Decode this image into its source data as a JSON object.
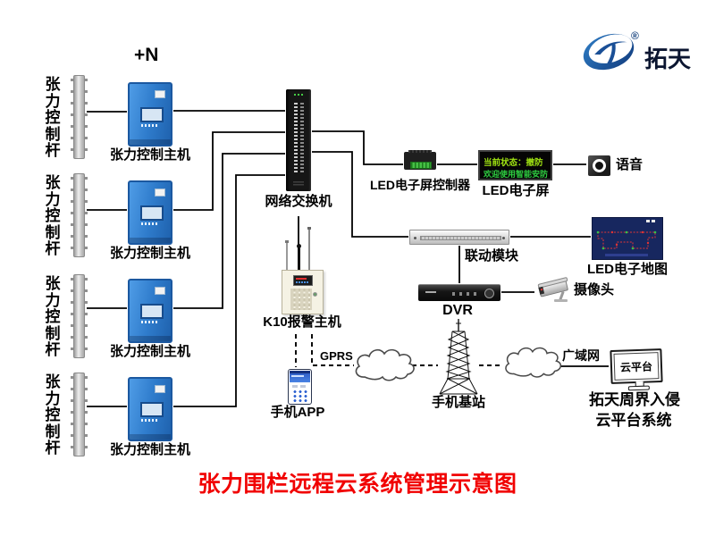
{
  "logo": {
    "brand": "拓天",
    "registered": "®"
  },
  "plus_n": "+N",
  "poles": {
    "label": "张力控制杆"
  },
  "hosts": {
    "label": "张力控制主机"
  },
  "switch": {
    "label": "网络交换机"
  },
  "led_controller": {
    "label": "LED电子屏控制器"
  },
  "led_screen": {
    "label": "LED电子屏",
    "line1": "当前状态：撤防",
    "line2": "欢迎使用智能安防"
  },
  "audio": {
    "label": "语音"
  },
  "linkage": {
    "label": "联动模块"
  },
  "led_map": {
    "label": "LED电子地图"
  },
  "dvr": {
    "label": "DVR"
  },
  "camera": {
    "label": "摄像头"
  },
  "k10": {
    "label": "K10报警主机"
  },
  "gprs": {
    "label": "GPRS"
  },
  "phone": {
    "label": "手机APP"
  },
  "station": {
    "label": "手机基站"
  },
  "wan": {
    "label": "广域网"
  },
  "cloud_platform": {
    "screen_label": "云平台",
    "line1": "拓天周界入侵",
    "line2": "云平台系统"
  },
  "title": "张力围栏远程云系统管理示意图",
  "colors": {
    "title_red": "#f10000",
    "led_line1": "#9fe312",
    "led_line2": "#2ecc40",
    "logo_blue": "#16427e"
  }
}
